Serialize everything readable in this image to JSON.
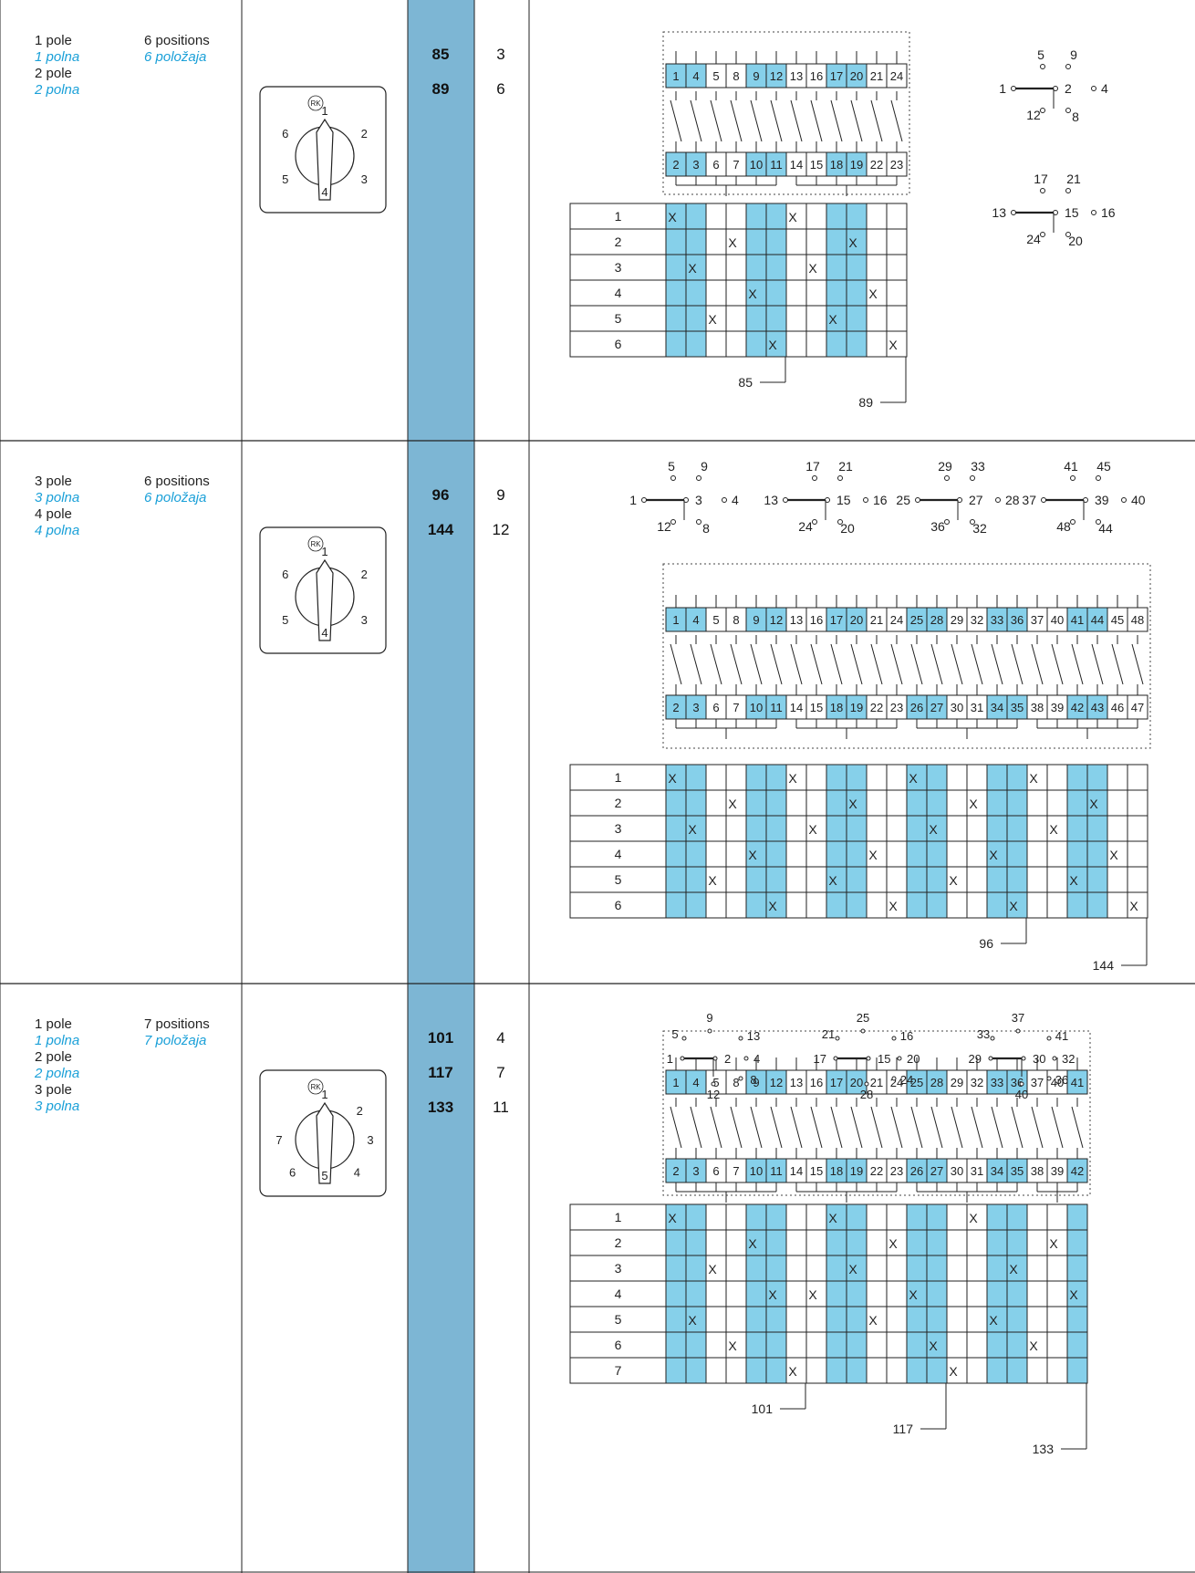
{
  "accent": "#86d0ea",
  "band": "#7db6d4",
  "rows": [
    {
      "labels": [
        {
          "t": "1 pole",
          "it": false
        },
        {
          "t": "1 polna",
          "it": true
        },
        {
          "t": "2 pole",
          "it": false
        },
        {
          "t": "2 polna",
          "it": true
        }
      ],
      "pos_label": "6 positions",
      "pos_label_it": "6 položaja",
      "knob_positions": 6,
      "codes": [
        {
          "code": "85",
          "count": "3"
        },
        {
          "code": "89",
          "count": "6"
        }
      ],
      "top_terminals": [
        "1",
        "4",
        "5",
        "8",
        "9",
        "12",
        "13",
        "16",
        "17",
        "20",
        "21",
        "24"
      ],
      "bot_terminals": [
        "2",
        "3",
        "6",
        "7",
        "10",
        "11",
        "14",
        "15",
        "18",
        "19",
        "22",
        "23"
      ],
      "highlighted": [
        "1",
        "4",
        "9",
        "12",
        "17",
        "20",
        "2",
        "3",
        "10",
        "11",
        "18",
        "19"
      ],
      "positions": [
        "1",
        "2",
        "3",
        "4",
        "5",
        "6"
      ],
      "x_marks": [
        [
          0,
          0
        ],
        [
          2,
          1
        ],
        [
          4,
          2
        ],
        [
          1,
          3
        ],
        [
          3,
          4
        ],
        [
          5,
          5
        ],
        [
          0,
          6
        ],
        [
          2,
          7
        ],
        [
          4,
          8
        ],
        [
          1,
          9
        ],
        [
          3,
          10
        ],
        [
          5,
          11
        ]
      ],
      "callouts": [
        {
          "label": "85",
          "col": 5
        },
        {
          "label": "89",
          "col": 11
        }
      ],
      "stars": [
        {
          "a": "5",
          "b": "9",
          "c": "1",
          "d": "2",
          "e": "4",
          "f": "12",
          "g": "8"
        },
        {
          "a": "17",
          "b": "21",
          "c": "13",
          "d": "15",
          "e": "16",
          "f": "24",
          "g": "20"
        }
      ]
    },
    {
      "labels": [
        {
          "t": "3 pole",
          "it": false
        },
        {
          "t": "3 polna",
          "it": true
        },
        {
          "t": "4 pole",
          "it": false
        },
        {
          "t": "4 polna",
          "it": true
        }
      ],
      "pos_label": "6 positions",
      "pos_label_it": "6 položaja",
      "knob_positions": 6,
      "codes": [
        {
          "code": "96",
          "count": "9"
        },
        {
          "code": "144",
          "count": "12"
        }
      ],
      "top_terminals": [
        "1",
        "4",
        "5",
        "8",
        "9",
        "12",
        "13",
        "16",
        "17",
        "20",
        "21",
        "24",
        "25",
        "28",
        "29",
        "32",
        "33",
        "36",
        "37",
        "40",
        "41",
        "44",
        "45",
        "48"
      ],
      "bot_terminals": [
        "2",
        "3",
        "6",
        "7",
        "10",
        "11",
        "14",
        "15",
        "18",
        "19",
        "22",
        "23",
        "26",
        "27",
        "30",
        "31",
        "34",
        "35",
        "38",
        "39",
        "42",
        "43",
        "46",
        "47"
      ],
      "highlighted": [
        "1",
        "4",
        "9",
        "12",
        "17",
        "20",
        "25",
        "28",
        "33",
        "36",
        "41",
        "44",
        "2",
        "3",
        "10",
        "11",
        "18",
        "19",
        "26",
        "27",
        "34",
        "35",
        "42",
        "43"
      ],
      "positions": [
        "1",
        "2",
        "3",
        "4",
        "5",
        "6"
      ],
      "x_marks": [
        [
          0,
          0
        ],
        [
          2,
          1
        ],
        [
          4,
          2
        ],
        [
          1,
          3
        ],
        [
          3,
          4
        ],
        [
          5,
          5
        ],
        [
          0,
          6
        ],
        [
          2,
          7
        ],
        [
          4,
          8
        ],
        [
          1,
          9
        ],
        [
          3,
          10
        ],
        [
          5,
          11
        ],
        [
          0,
          12
        ],
        [
          2,
          13
        ],
        [
          4,
          14
        ],
        [
          1,
          15
        ],
        [
          3,
          16
        ],
        [
          5,
          17
        ],
        [
          0,
          18
        ],
        [
          2,
          19
        ],
        [
          4,
          20
        ],
        [
          1,
          21
        ],
        [
          3,
          22
        ],
        [
          5,
          23
        ]
      ],
      "callouts": [
        {
          "label": "96",
          "col": 17
        },
        {
          "label": "144",
          "col": 23
        }
      ],
      "stars": [
        {
          "a": "5",
          "b": "9",
          "c": "1",
          "d": "3",
          "e": "4",
          "f": "12",
          "g": "8"
        },
        {
          "a": "17",
          "b": "21",
          "c": "13",
          "d": "15",
          "e": "16",
          "f": "24",
          "g": "20"
        },
        {
          "a": "29",
          "b": "33",
          "c": "25",
          "d": "27",
          "e": "28",
          "f": "36",
          "g": "32"
        },
        {
          "a": "41",
          "b": "45",
          "c": "37",
          "d": "39",
          "e": "40",
          "f": "48",
          "g": "44"
        }
      ]
    },
    {
      "labels": [
        {
          "t": "1 pole",
          "it": false
        },
        {
          "t": "1 polna",
          "it": true
        },
        {
          "t": "2 pole",
          "it": false
        },
        {
          "t": "2 polna",
          "it": true
        },
        {
          "t": "3 pole",
          "it": false
        },
        {
          "t": "3 polna",
          "it": true
        }
      ],
      "pos_label": "7 positions",
      "pos_label_it": "7 položaja",
      "knob_positions": 7,
      "codes": [
        {
          "code": "101",
          "count": "4"
        },
        {
          "code": "117",
          "count": "7"
        },
        {
          "code": "133",
          "count": "11"
        }
      ],
      "top_terminals": [
        "1",
        "4",
        "5",
        "8",
        "9",
        "12",
        "13",
        "16",
        "17",
        "20",
        "21",
        "24",
        "25",
        "28",
        "29",
        "32",
        "33",
        "36",
        "37",
        "40",
        "41"
      ],
      "bot_terminals": [
        "2",
        "3",
        "6",
        "7",
        "10",
        "11",
        "14",
        "15",
        "18",
        "19",
        "22",
        "23",
        "26",
        "27",
        "30",
        "31",
        "34",
        "35",
        "38",
        "39",
        "42"
      ],
      "highlighted": [
        "1",
        "4",
        "9",
        "12",
        "17",
        "20",
        "25",
        "28",
        "33",
        "36",
        "41",
        "2",
        "3",
        "10",
        "11",
        "18",
        "19",
        "26",
        "27",
        "34",
        "35",
        "42"
      ],
      "positions": [
        "1",
        "2",
        "3",
        "4",
        "5",
        "6",
        "7"
      ],
      "x_marks": [
        [
          0,
          0
        ],
        [
          4,
          1
        ],
        [
          2,
          2
        ],
        [
          5,
          3
        ],
        [
          1,
          4
        ],
        [
          3,
          5
        ],
        [
          6,
          6
        ],
        [
          3,
          7
        ],
        [
          0,
          8
        ],
        [
          2,
          9
        ],
        [
          4,
          10
        ],
        [
          1,
          11
        ],
        [
          3,
          12
        ],
        [
          5,
          13
        ],
        [
          6,
          14
        ],
        [
          0,
          15
        ],
        [
          4,
          16
        ],
        [
          2,
          17
        ],
        [
          5,
          18
        ],
        [
          1,
          19
        ],
        [
          3,
          20
        ]
      ],
      "callouts": [
        {
          "label": "101",
          "col": 6
        },
        {
          "label": "117",
          "col": 13
        },
        {
          "label": "133",
          "col": 20
        }
      ],
      "stars3": [
        {
          "n": [
            "5",
            "9",
            "13",
            "1",
            "2",
            "4",
            "12",
            "8"
          ]
        },
        {
          "n": [
            "21",
            "25",
            "16",
            "17",
            "15",
            "20",
            "28",
            "24"
          ]
        },
        {
          "n": [
            "33",
            "37",
            "41",
            "29",
            "30",
            "32",
            "40",
            "36"
          ]
        }
      ]
    }
  ]
}
